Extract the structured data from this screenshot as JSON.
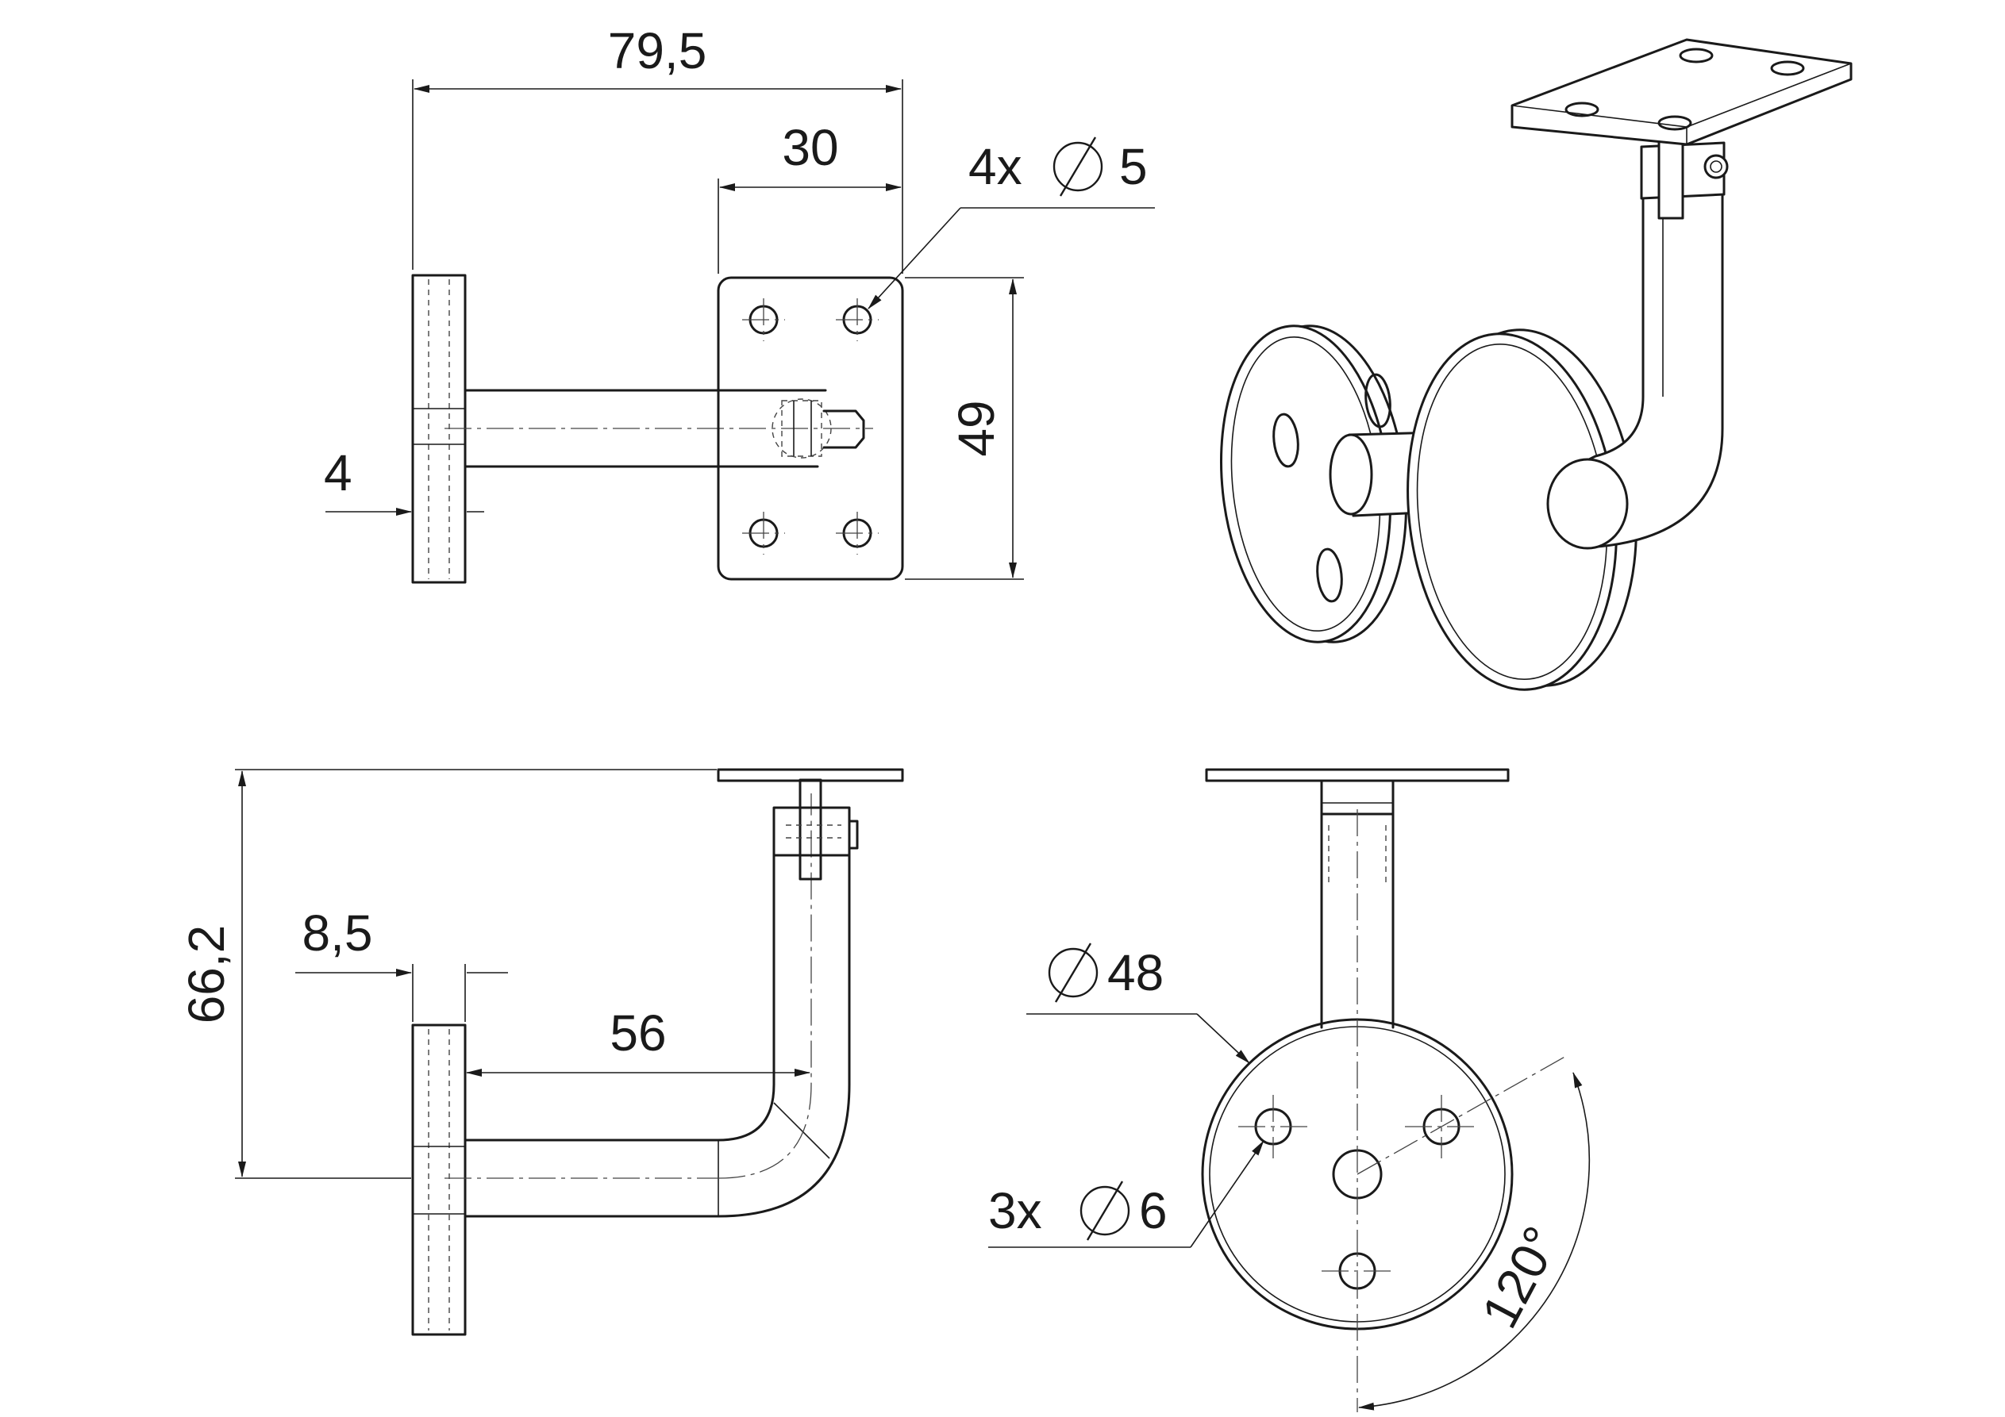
{
  "dimensions": {
    "overall_width": "79,5",
    "plate_width": "30",
    "plate_holes": "4x",
    "plate_hole_dia": "5",
    "plate_height": "49",
    "flange_thickness_top": "4",
    "total_height": "66,2",
    "flange_thickness": "8,5",
    "arm_length": "56",
    "flange_dia": "48",
    "flange_holes": "3x",
    "flange_hole_dia": "6",
    "hole_angle": "120°"
  },
  "symbols": {
    "diameter": "diameter-icon"
  },
  "colors": {
    "line": "#1a1a1a",
    "background": "#ffffff"
  }
}
